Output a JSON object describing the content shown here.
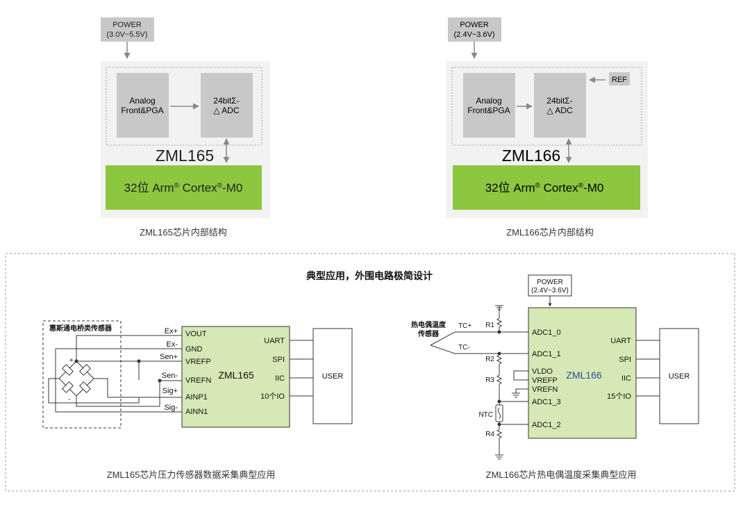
{
  "top_left": {
    "power_line1": "POWER",
    "power_line2": "(3.0V~5.5V)",
    "afe_line1": "Analog",
    "afe_line2": "Front&PGA",
    "adc_line1": "24bitΣ-",
    "adc_line2": "△ ADC",
    "chip_name": "ZML165",
    "mcu_prefix": "32位 Arm",
    "mcu_reg1": "®",
    "mcu_middle": " Cortex",
    "mcu_reg2": "®",
    "mcu_suffix": "-M0",
    "caption": "ZML165芯片内部结构"
  },
  "top_right": {
    "power_line1": "POWER",
    "power_line2": "(2.4V~3.6V)",
    "afe_line1": "Analog",
    "afe_line2": "Front&PGA",
    "adc_line1": "24bitΣ-",
    "adc_line2": "△ ADC",
    "ref_label": "REF",
    "chip_name": "ZML166",
    "mcu_prefix": "32位 Arm",
    "mcu_reg1": "®",
    "mcu_middle": " Cortex",
    "mcu_reg2": "®",
    "mcu_suffix": "-M0",
    "caption": "ZML166芯片内部结构"
  },
  "bottom": {
    "title": "典型应用，外围电路极简设计",
    "left": {
      "sensor_label": "惠斯通电桥类传感器",
      "plus": "+",
      "minus": "-",
      "wire_labels": [
        "Ex+",
        "Ex-",
        "Sen+",
        "Sen-",
        "Sig+",
        "Sig-"
      ],
      "chip_pins_left": [
        "VOUT",
        "GND",
        "VREFP",
        "VREFN",
        "AINP1",
        "AINN1"
      ],
      "chip_name": "ZML165",
      "chip_pins_right": [
        "UART",
        "SPI",
        "IIC",
        "10个IO"
      ],
      "user_label": "USER",
      "caption": "ZML165芯片压力传感器数据采集典型应用"
    },
    "right": {
      "power_line1": "POWER",
      "power_line2": "(2.4V~3.6V)",
      "thermo_line1": "热电偶温度",
      "thermo_line2": "传感器",
      "tc_plus": "TC+",
      "tc_minus": "TC-",
      "resistors": [
        "R1",
        "R2",
        "R3",
        "NTC",
        "R4"
      ],
      "chip_pins_left": [
        "ADC1_0",
        "ADC1_1",
        "VLDO",
        "VREFP",
        "VREFN",
        "ADC1_3",
        "ADC1_2"
      ],
      "chip_name": "ZML166",
      "chip_pins_right": [
        "UART",
        "SPI",
        "IIC",
        "15个IO"
      ],
      "user_label": "USER",
      "caption": "ZML166芯片热电偶温度采集典型应用"
    }
  },
  "colors": {
    "mcu_green": "#8dc63f",
    "chip_green": "#d5e8b5",
    "block_gray": "#c8c8c8",
    "panel_gray": "#f2f2f2"
  }
}
